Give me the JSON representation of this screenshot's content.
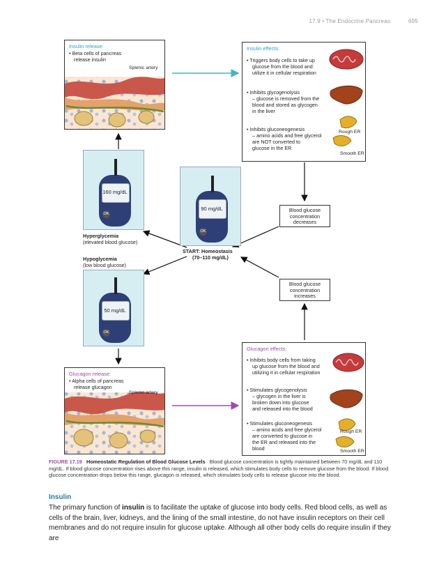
{
  "header": {
    "running": "17.9 • The Endocrine Pancreas",
    "page": "695"
  },
  "insulin_release": {
    "title": "Insulin release:",
    "lines": [
      "• Beta cells of pancreas",
      "release insulin"
    ],
    "artery": "Splenic artery"
  },
  "insulin_effects": {
    "title": "Insulin effects:",
    "e1": [
      "• Triggers body cells to take up",
      "glucose from the blood and",
      "utilize it in cellular respiration"
    ],
    "e2": [
      "• Inhibits glycogenolysis",
      "– glucose is removed from the",
      "blood and stored as glycogen",
      "in the liver"
    ],
    "e3": [
      "• Inhibits gluconeogenesis",
      "– amino acids and free glycerol",
      "are NOT converted to",
      "glucose in the ER"
    ],
    "rough_er": "Rough ER",
    "smooth_er": "Smooth ER"
  },
  "meters": {
    "high": "160 mg/dL",
    "mid": "90 mg/dL",
    "low": "50 mg/dL",
    "ok": "OK"
  },
  "hyper": {
    "title": "Hyperglycemia",
    "sub": "(elevated blood glucose)"
  },
  "hypo": {
    "title": "Hypoglycemia",
    "sub": "(low blood glucose)"
  },
  "start": {
    "title": "START: Homeostasis",
    "sub": "(70–110 mg/dL)"
  },
  "decreases": [
    "Blood glucose",
    "concentration",
    "decreases"
  ],
  "increases": [
    "Blood glucose",
    "concentration",
    "increases"
  ],
  "glucagon_effects": {
    "title": "Glucagon effects:",
    "e1": [
      "• Inhibits body cells from taking",
      "up glucose from the blood and",
      "utilizing it in cellular respiration"
    ],
    "e2": [
      "• Stimulates glycogenolysis",
      "– glycogen in the liver is",
      "broken down into glucose",
      "and released into the blood"
    ],
    "e3": [
      "• Stimulates gluconeogenesis",
      "– amino acids and free glycerol",
      "are converted to glucose in",
      "the ER and released into the",
      "blood"
    ],
    "rough_er": "Rough ER",
    "smooth_er": "Smooth ER"
  },
  "glucagon_release": {
    "title": "Glucagon release:",
    "lines": [
      "• Alpha cells of pancreas",
      "release glucagon"
    ],
    "artery": "Splenic artery"
  },
  "caption": {
    "fig": "FIGURE 17.19",
    "title": "Homeostatic Regulation of Blood Glucose Levels",
    "text": "Blood glucose concentration is tightly maintained between 70 mg/dL and 110 mg/dL. If blood glucose concentration rises above this range, insulin is released, which stimulates body cells to remove glucose from the blood. If blood glucose concentration drops below this range, glucagon is released, which stimulates body cells to release glucose into the blood."
  },
  "section": {
    "title": "Insulin"
  },
  "body": {
    "p1": "The primary function of ",
    "bold": "insulin",
    "p2": " is to facilitate the uptake of glucose into body cells. Red blood cells, as well as cells of the brain, liver, kidneys, and the lining of the small intestine, do not have insulin receptors on their cell membranes and do not require insulin for glucose uptake. Although all other body cells do require insulin if they are"
  }
}
